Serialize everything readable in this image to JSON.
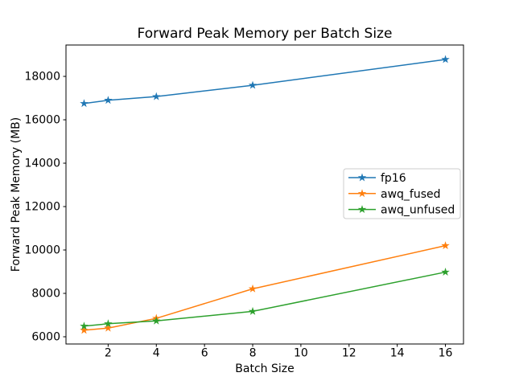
{
  "chart_data": {
    "type": "line",
    "title": "Forward Peak Memory per Batch Size",
    "xlabel": "Batch Size",
    "ylabel": "Forward Peak Memory (MB)",
    "x": [
      1,
      2,
      4,
      8,
      16
    ],
    "series": [
      {
        "name": "fp16",
        "color": "#1f77b4",
        "values": [
          16750,
          16900,
          17070,
          17590,
          18780
        ]
      },
      {
        "name": "awq_fused",
        "color": "#ff7f0e",
        "values": [
          6300,
          6400,
          6850,
          8210,
          10200
        ]
      },
      {
        "name": "awq_unfused",
        "color": "#2ca02c",
        "values": [
          6490,
          6600,
          6730,
          7170,
          8980
        ]
      }
    ],
    "marker": "star",
    "xticks": [
      2,
      4,
      6,
      8,
      10,
      12,
      14,
      16
    ],
    "yticks": [
      6000,
      8000,
      10000,
      12000,
      14000,
      16000,
      18000
    ],
    "xlim": [
      0.25,
      16.75
    ],
    "ylim": [
      5667,
      19446
    ],
    "grid": false,
    "legend": {
      "position": "center right",
      "entries": [
        "fp16",
        "awq_fused",
        "awq_unfused"
      ],
      "border_color": "#cccccc",
      "background": "#ffffff"
    },
    "axis_color": "#000000"
  }
}
